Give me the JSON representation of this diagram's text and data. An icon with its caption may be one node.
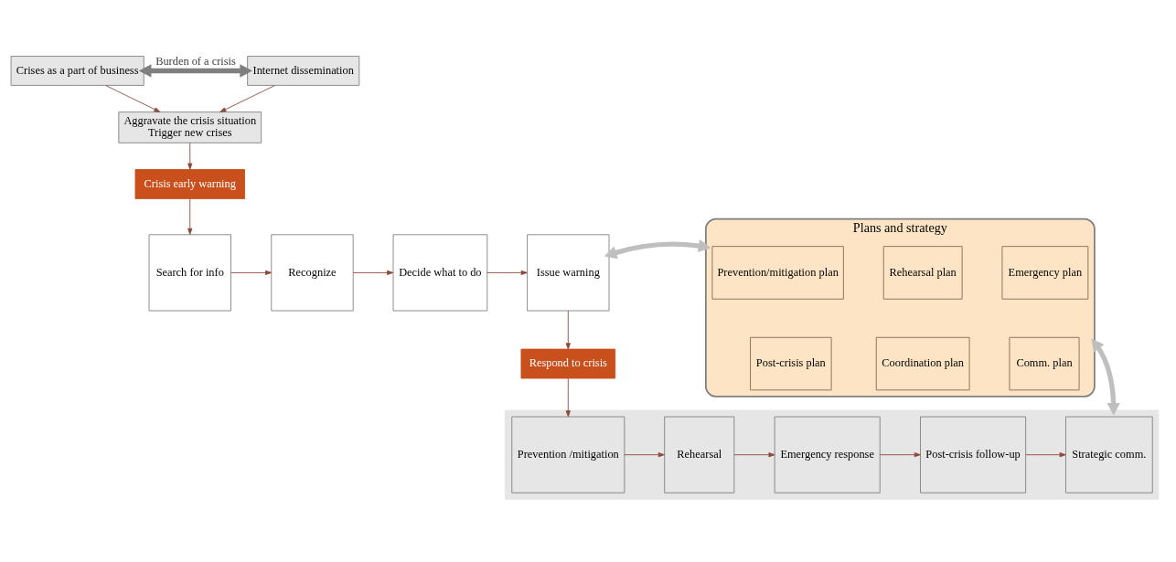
{
  "diagram": {
    "nodes": [
      {
        "text": [
          "Crises as a part of business"
        ]
      },
      {
        "text": [
          "Internet dissemination"
        ]
      },
      {
        "text": [
          "Aggravate the crisis situation",
          "Trigger new crises"
        ]
      },
      {
        "text": [
          "Crisis early warning"
        ]
      },
      {
        "text": [
          "Search for info"
        ]
      },
      {
        "text": [
          "Recognize"
        ]
      },
      {
        "text": [
          "Decide what to do"
        ]
      },
      {
        "text": [
          "Issue warning"
        ]
      },
      {
        "text": [
          "Respond to crisis"
        ]
      },
      {
        "text": [],
        "shape": "box"
      },
      {
        "text": [
          "Prevention /mitigation"
        ],
        "in": 9
      },
      {
        "text": [
          "Rehearsal"
        ],
        "in": 9
      },
      {
        "text": [
          "Emergency response"
        ],
        "in": 9
      },
      {
        "text": [
          "Post-crisis follow-up"
        ],
        "in": 9
      },
      {
        "text": [
          "Strategic comm."
        ],
        "in": 9
      },
      {
        "text": [
          "Plans and strategy"
        ]
      },
      {
        "text": [
          "Prevention/mitigation plan"
        ],
        "in": 15
      },
      {
        "text": [
          "Rehearsal plan"
        ],
        "in": 15
      },
      {
        "text": [
          "Emergency plan"
        ],
        "in": 15
      },
      {
        "text": [
          "Post-crisis plan"
        ],
        "in": 15
      },
      {
        "text": [
          "Coordination plan"
        ],
        "in": 15
      },
      {
        "text": [
          "Comm. plan"
        ],
        "in": 15
      }
    ],
    "edges": [
      {
        "from": 0,
        "to": 1,
        "arrow": "both",
        "label": "Burden of a crisis",
        "style": "thick",
        "color": "#7f7f7f"
      },
      {
        "from": 0,
        "to": 2,
        "arrow": "to"
      },
      {
        "from": 1,
        "to": 2,
        "arrow": "to"
      },
      {
        "from": 2,
        "to": 3,
        "arrow": "to"
      },
      {
        "from": 3,
        "to": 4,
        "arrow": "to"
      },
      {
        "from": 4,
        "to": 5,
        "arrow": "to"
      },
      {
        "from": 5,
        "to": 6,
        "arrow": "to"
      },
      {
        "from": 6,
        "to": 7,
        "arrow": "to"
      },
      {
        "from": 7,
        "to": 8,
        "arrow": "to"
      },
      {
        "from": 8,
        "to": 10,
        "arrow": "to"
      },
      {
        "from": 10,
        "to": 11,
        "arrow": "to"
      },
      {
        "from": 11,
        "to": 12,
        "arrow": "to"
      },
      {
        "from": 12,
        "to": 13,
        "arrow": "to"
      },
      {
        "from": 13,
        "to": 14,
        "arrow": "to"
      },
      {
        "from": 7,
        "to": 15,
        "arrow": "both",
        "style": "thick",
        "color": "#bfbfbf"
      },
      {
        "from": 9,
        "to": 15,
        "arrow": "both",
        "style": "thick",
        "color": "#bfbfbf"
      }
    ]
  }
}
